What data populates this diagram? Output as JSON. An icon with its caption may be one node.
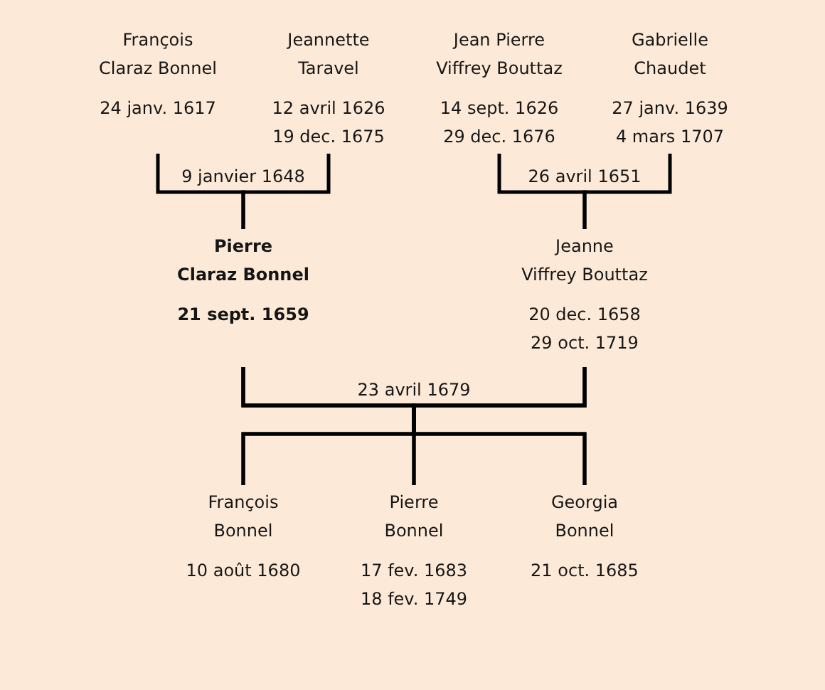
{
  "diagram": {
    "nodes": [
      {
        "text": [
          "François Claraz Bonnel",
          "24 janv. 1617"
        ]
      },
      {
        "text": [
          "Jeannette Taravel",
          "12 avril 1626",
          "19 dec. 1675"
        ]
      },
      {
        "text": [
          "Jean Pierre Viffrey Bouttaz",
          "14 sept. 1626",
          "29 dec. 1676"
        ]
      },
      {
        "text": [
          "Gabrielle Chaudet",
          "27 janv. 1639",
          "4 mars 1707"
        ]
      },
      {
        "text": [
          "Pierre Claraz Bonnel",
          "21 sept. 1659"
        ]
      },
      {
        "text": [
          "Jeanne Viffrey Bouttaz",
          "20 dec. 1658",
          "29 oct. 1719"
        ]
      },
      {
        "text": [
          "François Bonnel",
          "10 août 1680"
        ]
      },
      {
        "text": [
          "Pierre Bonnel",
          "17 fev. 1683",
          "18 fev. 1749"
        ]
      },
      {
        "text": [
          "Georgia Bonnel",
          "21 oct. 1685"
        ]
      }
    ],
    "edges": [
      {
        "from": 0,
        "to": 4,
        "arrow": "none",
        "label": "9 janvier 1648"
      },
      {
        "from": 1,
        "to": 4,
        "arrow": "none"
      },
      {
        "from": 2,
        "to": 5,
        "arrow": "none",
        "label": "26 avril 1651"
      },
      {
        "from": 3,
        "to": 5,
        "arrow": "none"
      },
      {
        "from": 4,
        "to": 6,
        "arrow": "none",
        "label": "23 avril 1679"
      },
      {
        "from": 5,
        "to": 6,
        "arrow": "none"
      },
      {
        "from": 4,
        "to": 7,
        "arrow": "none"
      },
      {
        "from": 5,
        "to": 7,
        "arrow": "none"
      },
      {
        "from": 4,
        "to": 8,
        "arrow": "none"
      },
      {
        "from": 5,
        "to": 8,
        "arrow": "none"
      }
    ]
  }
}
